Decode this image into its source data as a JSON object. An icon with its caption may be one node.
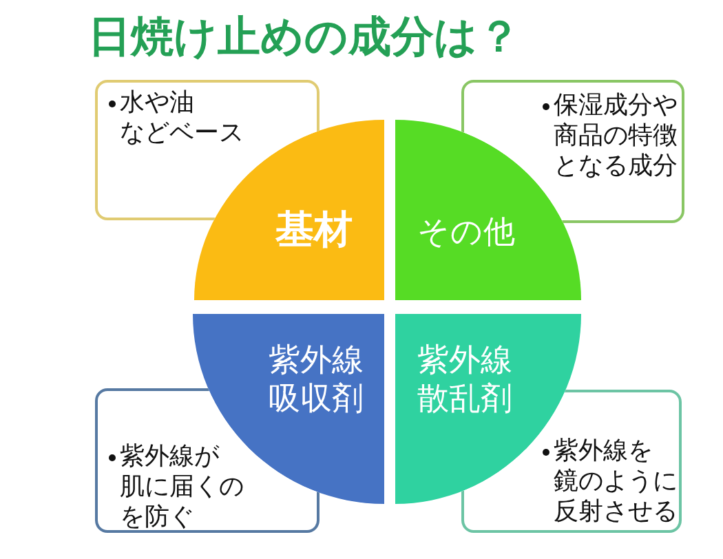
{
  "diagram": {
    "title": "日焼け止めの成分は？",
    "nodes": [
      {
        "text": [
          "水や油などベース"
        ]
      },
      {
        "text": [
          "保湿成分や商品の特徴となる成分"
        ]
      },
      {
        "text": [
          "基材"
        ]
      },
      {
        "text": [
          "その他"
        ]
      },
      {
        "text": [
          "紫外線吸収剤"
        ]
      },
      {
        "text": [
          "紫外線散乱剤"
        ]
      },
      {
        "text": [
          "紫外線が肌に届くのを防ぐ"
        ]
      },
      {
        "text": [
          "紫外線を鏡のように反射させる"
        ]
      }
    ]
  }
}
